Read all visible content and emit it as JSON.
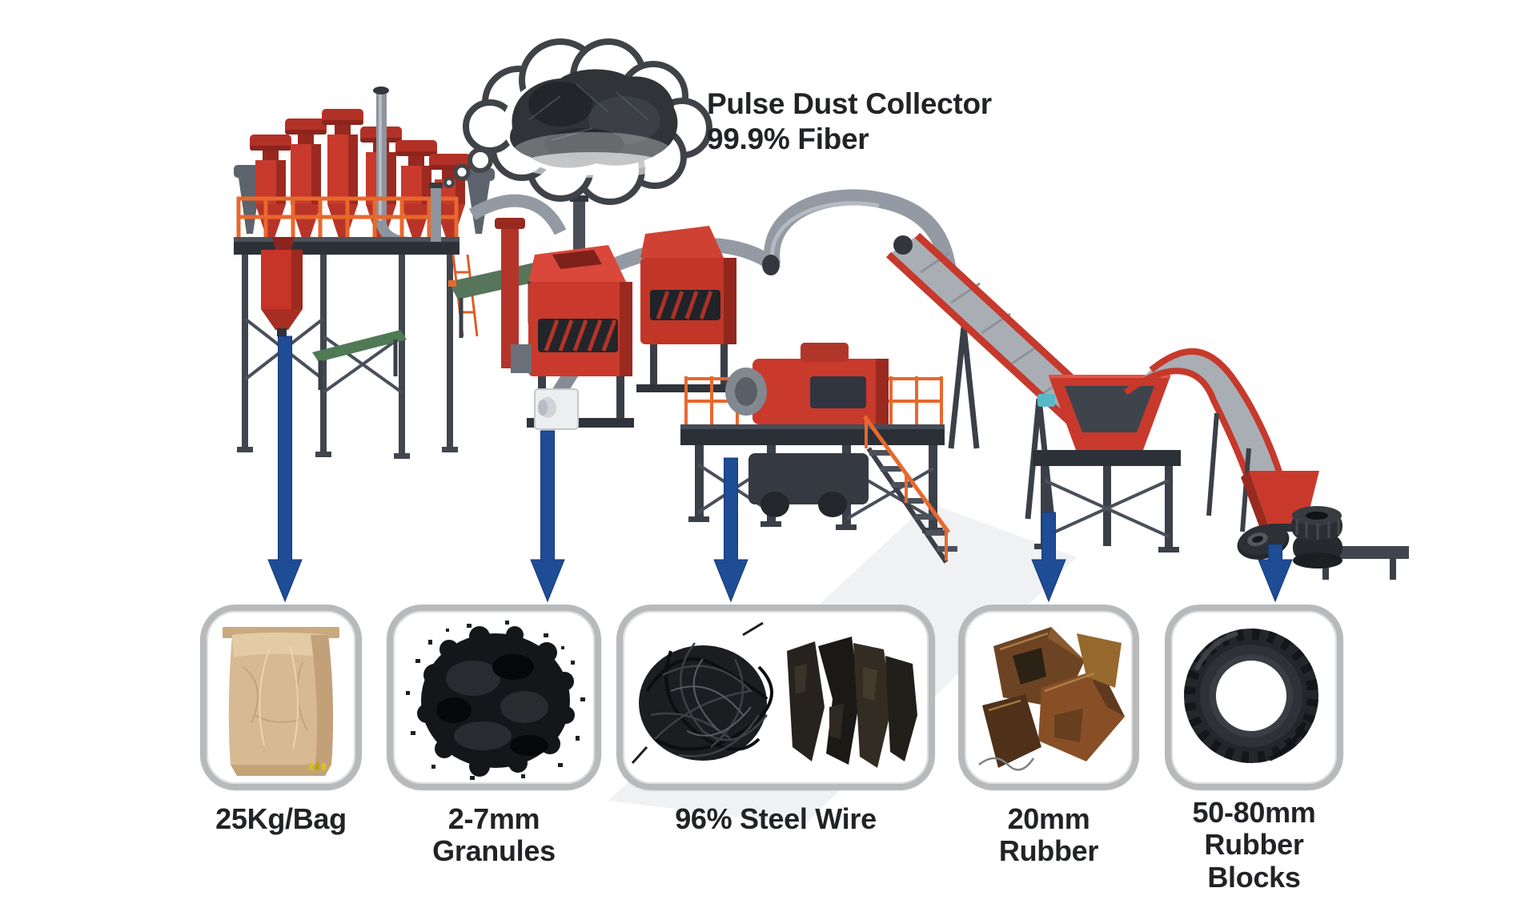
{
  "title": {
    "line1": "Pulse Dust Collector",
    "line2": "99.9% Fiber"
  },
  "scene": {
    "machine_groups": [
      "pulse-dust-collector-cloud",
      "cyclone-separator-platform",
      "bagging-station",
      "granulator-machines",
      "magnetic-separator-platform",
      "inclined-conveyor",
      "shredder-hopper",
      "discharge-conveyor-and-chute",
      "tire-feed-area"
    ],
    "flow_arrow_count": 5
  },
  "products": [
    {
      "label": "25Kg/Bag",
      "image": "kraft-paper-bag"
    },
    {
      "label": "2-7mm Granules",
      "image": "black-rubber-granule-pile"
    },
    {
      "label": "96% Steel Wire",
      "image": "steel-wire-scrap-and-rubber-strips"
    },
    {
      "label": "20mm Rubber",
      "image": "shredded-rubber-chunks"
    },
    {
      "label": "50-80mm",
      "label_line2": "Rubber Blocks",
      "image": "waste-tire"
    }
  ],
  "colors": {
    "background": "#ffffff",
    "machine_red": "#c8392c",
    "machine_red_dark": "#9c2a21",
    "railing_orange": "#e8682c",
    "steel_gray": "#8e949d",
    "dark_steel": "#3b4048",
    "arrow_blue": "#1e4c95",
    "card_border": "#b7b9bb",
    "text": "#222326",
    "kraft_bag": "#d6b88f"
  }
}
